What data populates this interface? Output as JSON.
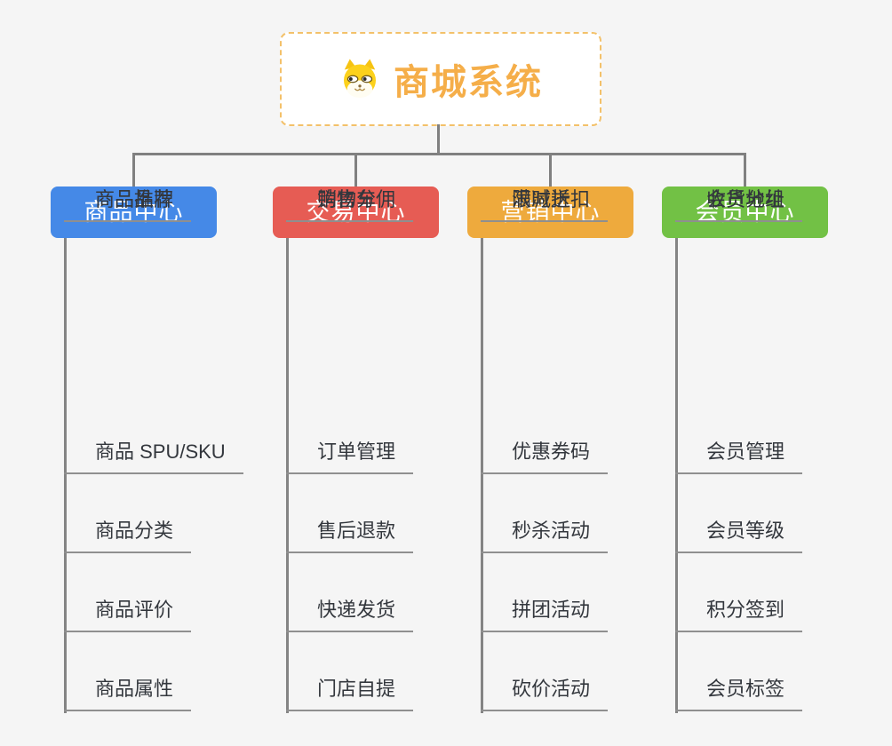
{
  "root": {
    "title": "商城系统",
    "icon": "shiba-dog-icon"
  },
  "branches": [
    {
      "label": "商品中心",
      "color": "#4589e7",
      "items": [
        "商品 SPU/SKU",
        "商品分类",
        "商品评价",
        "商品属性",
        "商品推荐",
        "商品品牌"
      ]
    },
    {
      "label": "交易中心",
      "color": "#e65c54",
      "items": [
        "订单管理",
        "售后退款",
        "快递发货",
        "门店自提",
        "购物车",
        "销售分佣"
      ]
    },
    {
      "label": "营销中心",
      "color": "#eeaa3d",
      "items": [
        "优惠券码",
        "秒杀活动",
        "拼团活动",
        "砍价活动",
        "限时折扣",
        "满减送"
      ]
    },
    {
      "label": "会员中心",
      "color": "#72c145",
      "items": [
        "会员管理",
        "会员等级",
        "积分签到",
        "会员标签",
        "会员分组",
        "收货地址"
      ]
    }
  ],
  "colors": {
    "background": "#f5f5f5",
    "connector": "#808080",
    "leaf_underline": "#8f8f8f",
    "leaf_text": "#33373d",
    "root_border": "#f3c16a",
    "root_title": "#f5ae49"
  }
}
